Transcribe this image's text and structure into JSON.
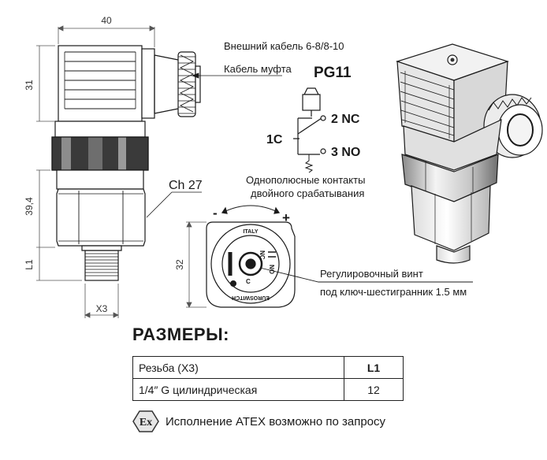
{
  "dimensions": {
    "width": "40",
    "h_top": "31",
    "h_mid": "39,4",
    "l1": "L1",
    "x3": "X3",
    "hex": "Ch 27",
    "dial": "32"
  },
  "callouts": {
    "cable": "Внешний кабель 6-8/8-10",
    "connector": "Кабель муфта",
    "pg": "PG11",
    "contacts_line1": "Однополюсные контакты",
    "contacts_line2": "двойного срабатывания",
    "screw_line1": "Регулировочный винт",
    "screw_line2": "под ключ-шестигранник 1.5 мм"
  },
  "switch": {
    "common": "1C",
    "nc": "2 NC",
    "no": "3 NO"
  },
  "dial_marks": {
    "minus": "-",
    "plus": "+",
    "top_text": "ITALY",
    "bottom_text": "EUROSWITCH",
    "nc_mark": "NC",
    "no_mark": "NO",
    "c_mark": "C"
  },
  "section_title": "РАЗМЕРЫ:",
  "table": {
    "header": [
      "Резьба (X3)",
      "L1"
    ],
    "rows": [
      [
        "1/4″ G цилиндрическая",
        "12"
      ]
    ]
  },
  "atex": {
    "badge": "Ex",
    "text": "Исполнение ATEX возможно по запросу"
  }
}
